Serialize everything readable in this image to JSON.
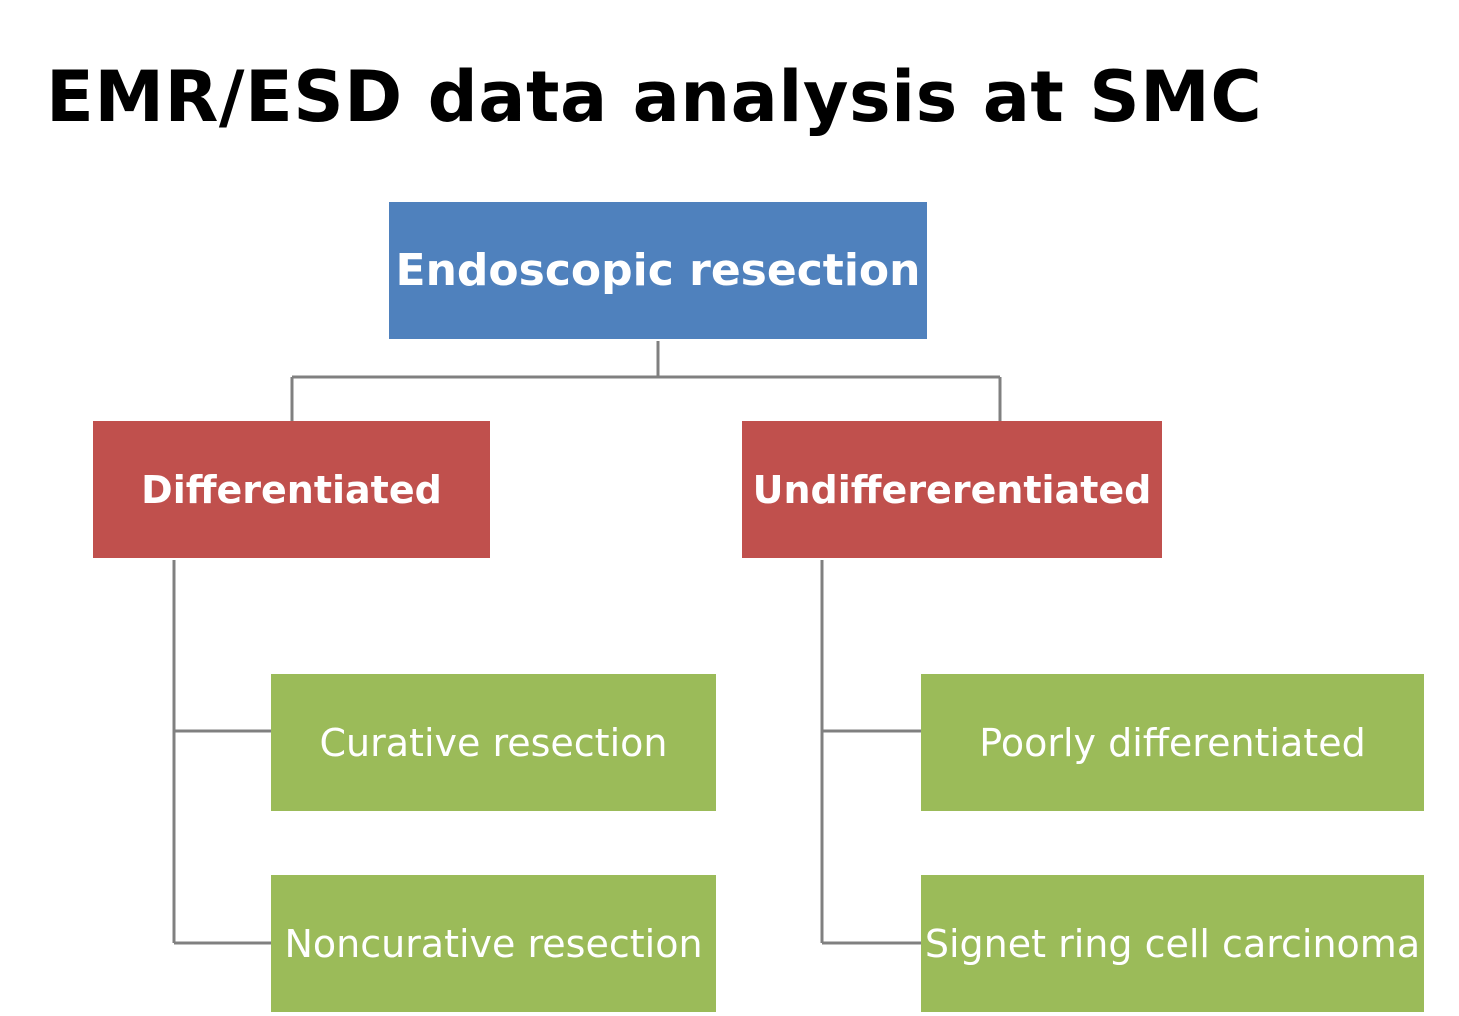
{
  "title": "EMR/ESD data analysis at SMC",
  "diagram": {
    "root": {
      "label": "Endoscopic resection",
      "color": "#4f81bd"
    },
    "branches": [
      {
        "label": "Differentiated",
        "color": "#c0504d",
        "children": [
          {
            "label": "Curative resection",
            "color": "#9bbb59"
          },
          {
            "label": "Noncurative resection",
            "color": "#9bbb59"
          }
        ]
      },
      {
        "label": "Undiffererentiated",
        "color": "#c0504d",
        "children": [
          {
            "label": "Poorly differentiated",
            "color": "#9bbb59"
          },
          {
            "label": "Signet ring cell carcinoma",
            "color": "#9bbb59"
          }
        ]
      }
    ],
    "connector_color": "#808080"
  }
}
